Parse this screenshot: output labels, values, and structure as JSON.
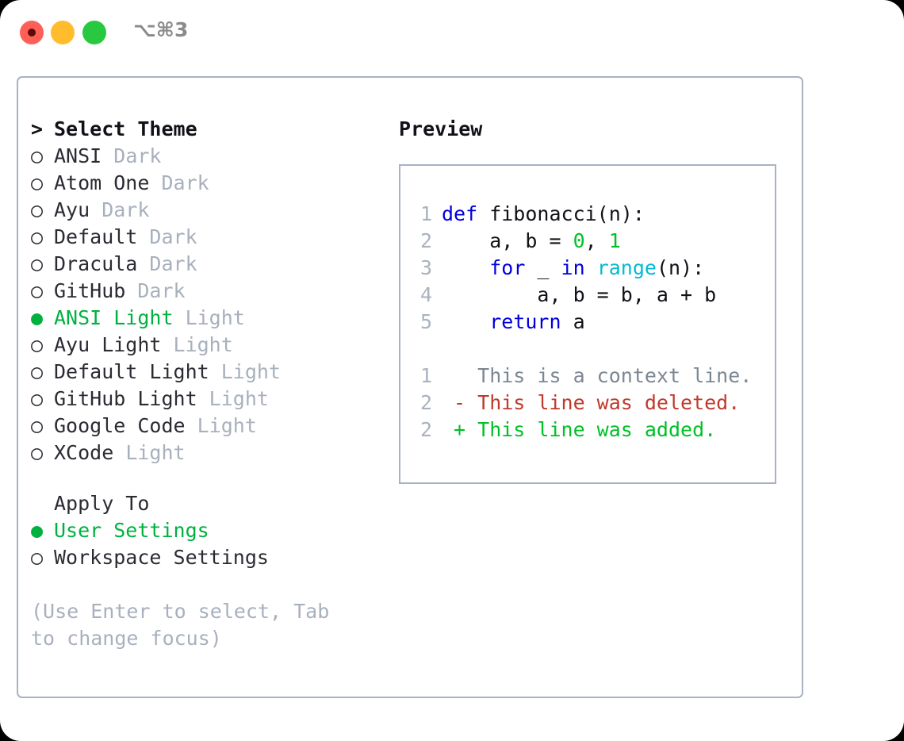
{
  "titlebar": {
    "shortcut": "⌥⌘3",
    "buttons": [
      "close",
      "minimize",
      "maximize"
    ],
    "colors": {
      "close": "#ff5f57",
      "minimize": "#ffbd2e",
      "maximize": "#28c840",
      "shortcut_text": "#8a8a8a"
    }
  },
  "colors": {
    "accent_green": "#00b140",
    "panel_border": "#a8b2c1",
    "text": "#2b2b33",
    "muted": "#a8b0bd",
    "keyword_blue": "#0000dd",
    "function_cyan": "#00bcd4",
    "number_green": "#00c028",
    "diff_deleted": "#c0392b",
    "diff_added": "#00c028",
    "line_number": "#aab2be"
  },
  "theme_panel": {
    "header_marker": ">",
    "header_label": "Select Theme",
    "marker_unselected": "○",
    "marker_selected": "●",
    "items": [
      {
        "name": "ANSI",
        "tag": "Dark",
        "selected": false
      },
      {
        "name": "Atom One",
        "tag": "Dark",
        "selected": false
      },
      {
        "name": "Ayu",
        "tag": "Dark",
        "selected": false
      },
      {
        "name": "Default",
        "tag": "Dark",
        "selected": false
      },
      {
        "name": "Dracula",
        "tag": "Dark",
        "selected": false
      },
      {
        "name": "GitHub",
        "tag": "Dark",
        "selected": false
      },
      {
        "name": "ANSI Light",
        "tag": "Light",
        "selected": true
      },
      {
        "name": "Ayu Light",
        "tag": "Light",
        "selected": false
      },
      {
        "name": "Default Light",
        "tag": "Light",
        "selected": false
      },
      {
        "name": "GitHub Light",
        "tag": "Light",
        "selected": false
      },
      {
        "name": "Google Code",
        "tag": "Light",
        "selected": false
      },
      {
        "name": "XCode",
        "tag": "Light",
        "selected": false
      }
    ]
  },
  "apply_to": {
    "header_label": "Apply To",
    "options": [
      {
        "label": "User Settings",
        "selected": true
      },
      {
        "label": "Workspace Settings",
        "selected": false
      }
    ]
  },
  "hint": "(Use Enter to select, Tab to change focus)",
  "preview": {
    "title": "Preview",
    "code_lines": [
      {
        "n": "1",
        "tokens": [
          {
            "t": "def",
            "c": "kw"
          },
          {
            "t": " fibonacci(n):",
            "c": "plain"
          }
        ]
      },
      {
        "n": "2",
        "tokens": [
          {
            "t": "    a, b = ",
            "c": "plain"
          },
          {
            "t": "0",
            "c": "num"
          },
          {
            "t": ", ",
            "c": "plain"
          },
          {
            "t": "1",
            "c": "num"
          }
        ]
      },
      {
        "n": "3",
        "tokens": [
          {
            "t": "    ",
            "c": "plain"
          },
          {
            "t": "for",
            "c": "kw"
          },
          {
            "t": " _ ",
            "c": "plain"
          },
          {
            "t": "in",
            "c": "kw"
          },
          {
            "t": " ",
            "c": "plain"
          },
          {
            "t": "range",
            "c": "fn"
          },
          {
            "t": "(n):",
            "c": "plain"
          }
        ]
      },
      {
        "n": "4",
        "tokens": [
          {
            "t": "        a, b = b, a + b",
            "c": "plain"
          }
        ]
      },
      {
        "n": "5",
        "tokens": [
          {
            "t": "    ",
            "c": "plain"
          },
          {
            "t": "return",
            "c": "kw"
          },
          {
            "t": " a",
            "c": "plain"
          }
        ]
      }
    ],
    "diff_lines": [
      {
        "n": "1",
        "sign": " ",
        "text": "This is a context line.",
        "kind": "ctx"
      },
      {
        "n": "2",
        "sign": "-",
        "text": "This line was deleted.",
        "kind": "del"
      },
      {
        "n": "2",
        "sign": "+",
        "text": "This line was added.",
        "kind": "add"
      }
    ]
  }
}
